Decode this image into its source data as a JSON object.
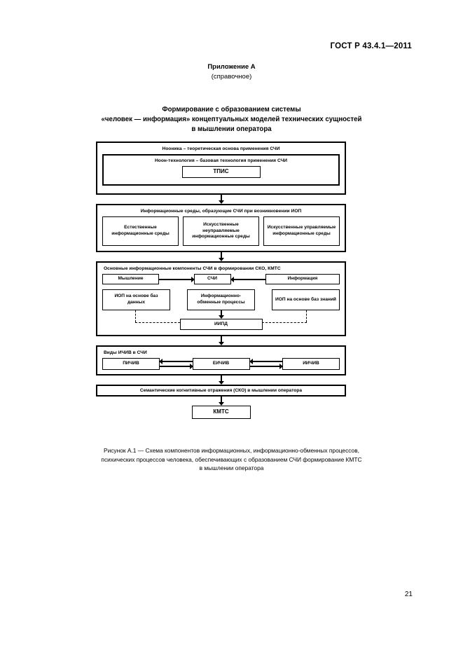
{
  "header": {
    "standard_code": "ГОСТ Р 43.4.1—2011",
    "page_number": "21"
  },
  "annex": {
    "title": "Приложение А",
    "subtitle": "(справочное)"
  },
  "figure_title": {
    "line1": "Формирование с образованием системы",
    "line2": "«человек — информация» концептуальных моделей технических сущностей",
    "line3": "в мышлении оператора"
  },
  "diagram": {
    "group1": {
      "title": "Нооника – теоретическая основа применения СЧИ",
      "inner_title": "Ноон-технология – базовая технология применения СЧИ",
      "core_box": "ТПИС"
    },
    "group2": {
      "title": "Информационные среды, образующие СЧИ при возникновении ИОП",
      "boxes": [
        "Естественные информационные среды",
        "Искусственные неуправляемые информационные среды",
        "Искусственные управляемые информационные среды"
      ]
    },
    "group3": {
      "title": "Основные информационные компоненты СЧИ в формировании СКО, КМТС",
      "row1": {
        "left": "Мышление",
        "center": "СЧИ",
        "right": "Информация"
      },
      "row2": {
        "left": "ИОП на основе баз данных",
        "center": "Информационно-обменные процессы",
        "right": "ИОП на основе баз знаний"
      },
      "row3": {
        "center": "ИИПД"
      }
    },
    "group4": {
      "title": "Виды ИЧИВ в СЧИ",
      "boxes": [
        "ПИЧИВ",
        "ЕИЧИВ",
        "ИИЧИВ"
      ]
    },
    "group5": {
      "title": "Семантические когнитивные отражения (СКО) в мышлении оператора"
    },
    "group6": {
      "box": "КМТС"
    }
  },
  "caption": {
    "line1": "Рисунок А.1 — Схема компонентов информационных, информационно-обменных процессов,",
    "line2": "психических процессов человека, обеспечивающих с образованием СЧИ формирование КМТС",
    "line3": "в мышлении оператора"
  }
}
